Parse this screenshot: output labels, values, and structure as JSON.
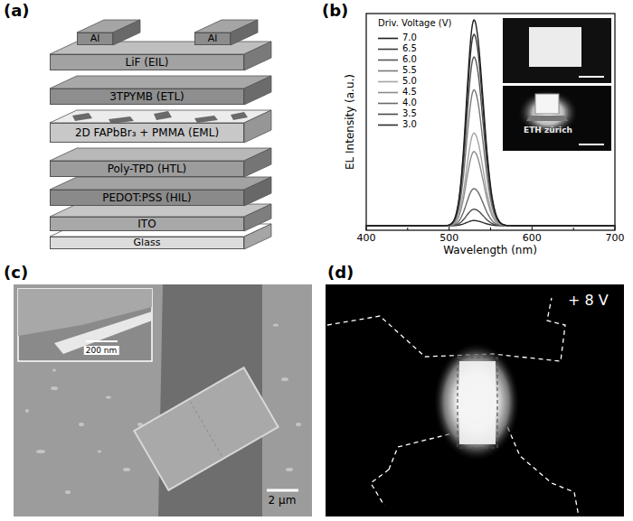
{
  "diagram": {
    "nodes": [
      {
        "text": [
          "Al"
        ]
      },
      {
        "text": [
          "Al"
        ]
      },
      {
        "text": [
          "LiF (EIL)"
        ]
      },
      {
        "text": [
          "3TPYMB (ETL)"
        ]
      },
      {
        "text": [
          "2D FAPbBr₃ + PMMA (EML)"
        ]
      },
      {
        "text": [
          "Poly-TPD (HTL)"
        ]
      },
      {
        "text": [
          "PEDOT:PSS (HIL)"
        ]
      },
      {
        "text": [
          "ITO"
        ]
      },
      {
        "text": [
          "Glass"
        ]
      }
    ],
    "labels": [
      "(a)",
      "(b)",
      "Driv. Voltage (V)",
      "EL Intensity (a.u.)",
      "Wavelength (nm)",
      "400",
      "500",
      "600",
      "700",
      "ETH zürich",
      "(c)",
      "200 nm",
      "2 μm",
      "(d)",
      "+ 8 V"
    ],
    "legend": [
      {
        "text": "7.0"
      },
      {
        "text": "6.5"
      },
      {
        "text": "6.0"
      },
      {
        "text": "5.5"
      },
      {
        "text": "5.0"
      },
      {
        "text": "4.5"
      },
      {
        "text": "4.0"
      },
      {
        "text": "3.5"
      },
      {
        "text": "3.0"
      }
    ]
  }
}
